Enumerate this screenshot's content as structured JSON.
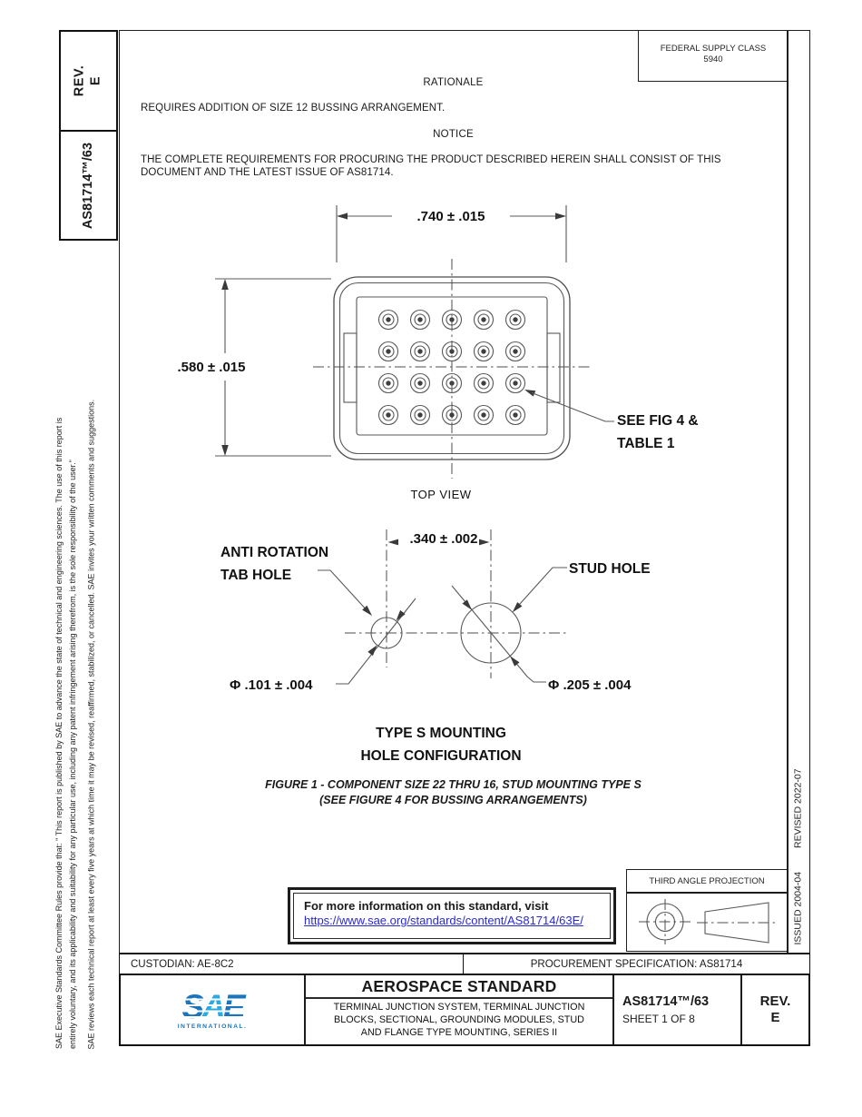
{
  "document": {
    "rev_title": "REV.",
    "rev_value": "E",
    "doc_number": "AS81714™/63",
    "fsc_label": "FEDERAL SUPPLY CLASS",
    "fsc_value": "5940",
    "rationale_heading": "RATIONALE",
    "rationale_body": "REQUIRES ADDITION OF SIZE 12 BUSSING ARRANGEMENT.",
    "notice_heading": "NOTICE",
    "notice_line1": "THE COMPLETE REQUIREMENTS FOR PROCURING THE PRODUCT DESCRIBED HEREIN SHALL CONSIST OF THIS",
    "notice_line2": "DOCUMENT AND THE LATEST ISSUE OF AS81714."
  },
  "legal": {
    "para1_line1": "SAE Executive Standards Committee Rules provide that: \" This report is published by SAE to advance the state of technical and engineering sciences. The use of this report is",
    "para1_line2": "entirely voluntary, and its applicability and suitability for any particular use, including any patent infringement arising therefrom, is the sole responsibility of the user.\"",
    "para2": "SAE reviews each technical report at least every five years at which time it may be revised, reaffirmed, stabilized, or cancelled. SAE invites your written comments and suggestions."
  },
  "figure": {
    "dim_width": ".740 ± .015",
    "dim_height": ".580 ± .015",
    "callout_line1": "SEE FIG 4 &",
    "callout_line2": "TABLE 1",
    "top_view": "TOP VIEW",
    "anti_rotation_line1": "ANTI ROTATION",
    "anti_rotation_line2": "TAB HOLE",
    "stud_hole": "STUD HOLE",
    "dim_spacing": ".340 ± .002",
    "dia_tab": "Φ .101 ± .004",
    "dia_stud": "Φ .205 ± .004",
    "config_line1": "TYPE S MOUNTING",
    "config_line2": "HOLE CONFIGURATION",
    "caption_line1": "FIGURE 1 - COMPONENT SIZE 22 THRU 16, STUD MOUNTING TYPE S",
    "caption_line2": "(SEE FIGURE 4 FOR BUSSING ARRANGEMENTS)"
  },
  "info_box": {
    "text": "For more information on this standard, visit",
    "link": "https://www.sae.org/standards/content/AS81714/63E/"
  },
  "projection": {
    "label": "THIRD ANGLE PROJECTION"
  },
  "revision_strip": {
    "issued": "ISSUED 2004-04",
    "revised": "REVISED 2022-07"
  },
  "footer": {
    "custodian": "CUSTODIAN: AE-8C2",
    "procurement": "PROCUREMENT SPECIFICATION: AS81714",
    "logo_s": "S",
    "logo_a": "A",
    "logo_e": "E",
    "logo_sub": "INTERNATIONAL.",
    "doc_type": "AEROSPACE STANDARD",
    "title_line1": "TERMINAL JUNCTION SYSTEM, TERMINAL JUNCTION",
    "title_line2": "BLOCKS, SECTIONAL, GROUNDING MODULES, STUD",
    "title_line3": "AND FLANGE TYPE MOUNTING, SERIES II",
    "doc_number": "AS81714™/63",
    "sheet": "SHEET 1 OF 8",
    "rev_title": "REV.",
    "rev_value": "E"
  },
  "colors": {
    "link_blue": "#2929d4",
    "logo_blue": "#1b75bc",
    "logo_cyan": "#29aae1",
    "line_gray": "#4d4d4d"
  }
}
